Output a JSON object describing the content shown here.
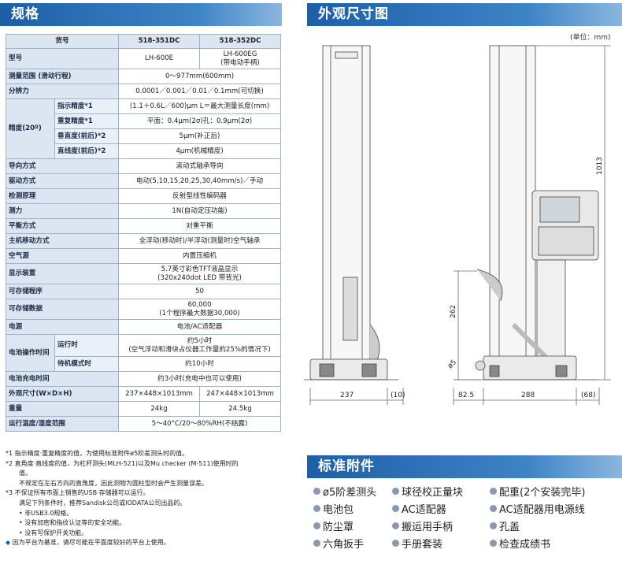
{
  "spec": {
    "title": "规格",
    "header": [
      "货号",
      "518-351DC",
      "518-352DC"
    ],
    "rows": {
      "model": {
        "label": "型号",
        "v1": "LH-600E",
        "v2a": "LH-600EG",
        "v2b": "(带电动手柄)"
      },
      "range": {
        "label": "测量范围 (滑动行程)",
        "value": "0～977mm(600mm)"
      },
      "resolution": {
        "label": "分辨力",
        "value": "0.0001／0.001／0.01／0.1mm(可切换)"
      },
      "accuracy_group": "精度(20º)",
      "indication": {
        "label": "指示精度*1",
        "value": "(1.1＋0.6L／600)μm L＝最大测量长度(mm)"
      },
      "repeat": {
        "label": "重复精度*1",
        "value": "平面：0.4μm(2σ)孔：0.9μm(2σ)"
      },
      "perp": {
        "label": "垂直度(前后)*2",
        "value": "5μm(补正后)"
      },
      "straight": {
        "label": "直线度(前后)*2",
        "value": "4μm(机械精度)"
      },
      "guide": {
        "label": "导向方式",
        "value": "滚动式轴承导向"
      },
      "drive": {
        "label": "驱动方式",
        "value": "电动(5,10,15,20,25,30,40mm/s)／手动"
      },
      "detect": {
        "label": "检测原理",
        "value": "反射型线性编码器"
      },
      "force": {
        "label": "测力",
        "value": "1N(自动定压功能)"
      },
      "balance": {
        "label": "平衡方式",
        "value": "对重平衡"
      },
      "main_move": {
        "label": "主机移动方式",
        "value": "全浮动(移动时)/半浮动(测量时)空气轴承"
      },
      "air": {
        "label": "空气源",
        "value": "内置压缩机"
      },
      "display": {
        "label": "显示装置",
        "v1": "5.7英寸彩色TFT液晶显示",
        "v2": "(320x240dot LED 带背光)"
      },
      "programs": {
        "label": "可存储程序",
        "value": "50"
      },
      "data": {
        "label": "可存储数据",
        "v1": "60,000",
        "v2": "(1个程序最大数据30,000)"
      },
      "power": {
        "label": "电源",
        "value": "电池/AC适配器"
      },
      "battery_group": "电池操作时间",
      "run": {
        "label": "运行时",
        "v1": "约5小时",
        "v2": "(空气浮动和滑块占仪器工作量的25%的情况下)"
      },
      "standby": {
        "label": "待机模式时",
        "value": "约10小时"
      },
      "charge": {
        "label": "电池充电时间",
        "value": "约3小时(充电中也可以使用)"
      },
      "size": {
        "label": "外观尺寸(W×D×H)",
        "v1": "237×448×1013mm",
        "v2": "247×448×1013mm"
      },
      "weight": {
        "label": "重量",
        "v1": "24kg",
        "v2": "24.5kg"
      },
      "temp": {
        "label": "运行温度/湿度范围",
        "value": "5～40°C/20～80%RH(不结露)"
      }
    }
  },
  "notes": [
    {
      "mark": "*1",
      "text": "指示精度·重复精度的值，为使用标准附件ø5阶差测头时的值。"
    },
    {
      "mark": "*2",
      "text": "直角度·直线度的值，为杠杆测头(MLH-521)以及Mu checker (M-511)使用时的"
    },
    {
      "mark": "",
      "text": "值。"
    },
    {
      "mark": "",
      "text": "不规定在左右方向的直角度，因此测物为圆柱型时会产生测量误差。"
    },
    {
      "mark": "*3",
      "text": "不保证所有市面上销售的USB·存储器可以运行。"
    },
    {
      "mark": "",
      "text": "满足下列条件时，推荐Sandisk公司或IODATA公司出品的。"
    },
    {
      "mark": "",
      "text": "• 非USB3.0规格。"
    },
    {
      "mark": "",
      "text": "• 没有加密和指纹认证等的安全功能。"
    },
    {
      "mark": "",
      "text": "• 没有写保护开关功能。"
    },
    {
      "mark": "◆",
      "text": "因为平台为基准，请尽可能在平面度较好的平台上使用。"
    }
  ],
  "dimensions": {
    "title": "外观尺寸图",
    "unit": "(单位：mm)",
    "labels": {
      "height": "1013",
      "h262": "262",
      "d237": "237",
      "d10": "(10)",
      "d82": "82.5",
      "d288": "288",
      "d68": "(68)",
      "d5": "ø5"
    }
  },
  "accessories": {
    "title": "标准附件",
    "items": [
      "ø5阶差测头",
      "球径校正量块",
      "配重(2个安装完毕)",
      "电池包",
      "AC适配器",
      "AC适配器用电源线",
      "防尘罩",
      "搬运用手柄",
      "孔盖",
      "六角扳手",
      "手册套装",
      "检查成绩书"
    ]
  },
  "colors": {
    "banner": "#1d5fa6",
    "header_bg": "#dce6f2",
    "border": "#9fb3c8"
  }
}
